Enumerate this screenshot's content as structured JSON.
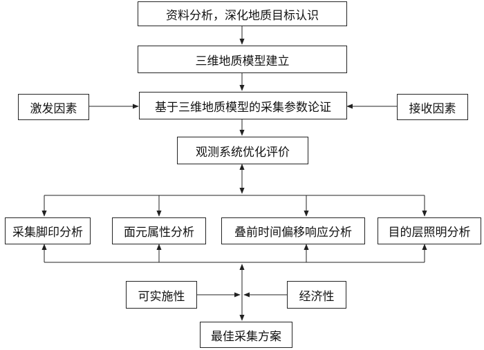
{
  "flow": {
    "step1": "资料分析，深化地质目标认识",
    "step2": "三维地质模型建立",
    "step3": "基于三维地质模型的采集参数论证",
    "excitation": "激发因素",
    "receiving": "接收因素",
    "step4": "观测系统优化评价",
    "analyses": [
      "采集脚印分析",
      "面元属性分析",
      "叠前时间偏移响应分析",
      "目的层照明分析"
    ],
    "feasibility": "可实施性",
    "economy": "经济性",
    "result": "最佳采集方案"
  },
  "colors": {
    "line": "#222222",
    "text": "#111111",
    "background": "#ffffff"
  }
}
